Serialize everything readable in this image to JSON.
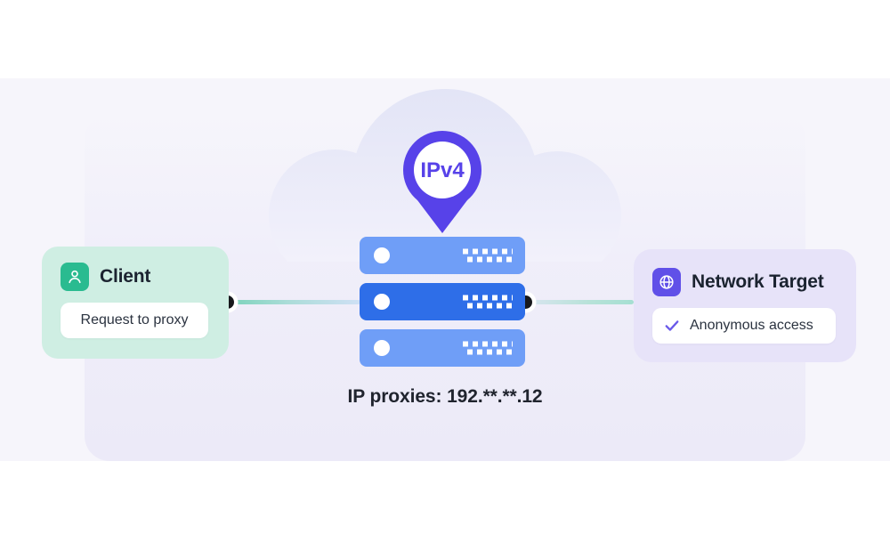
{
  "illustration": {
    "pin": {
      "label": "IPv4",
      "icon": "location-pin-icon"
    },
    "caption": "IP proxies: 192.**.**.12",
    "cloud": "cloud-shape",
    "server": "proxy-server-stack"
  },
  "client_card": {
    "title": "Client",
    "icon": "person-icon",
    "request_label": "Request to proxy"
  },
  "target_card": {
    "title": "Network Target",
    "icon": "globe-icon",
    "check_icon": "checkmark-icon",
    "access_label": "Anonymous access"
  },
  "colors": {
    "panel_bg": "#f6f5fb",
    "cloud_top": "#e2e4f6",
    "pin_purple": "#5742e9",
    "server_light_blue": "#6f9ef7",
    "server_dark_blue": "#2e6ee8",
    "client_card_bg": "#cfeee3",
    "client_icon_bg": "#2abb90",
    "target_card_bg": "#e7e3f9",
    "target_icon_bg": "#6050e8",
    "check_purple": "#6a5ae9",
    "line_teal": "#7cd3bb",
    "connector_dot": "#17181c",
    "text_dark": "#1b2330"
  }
}
